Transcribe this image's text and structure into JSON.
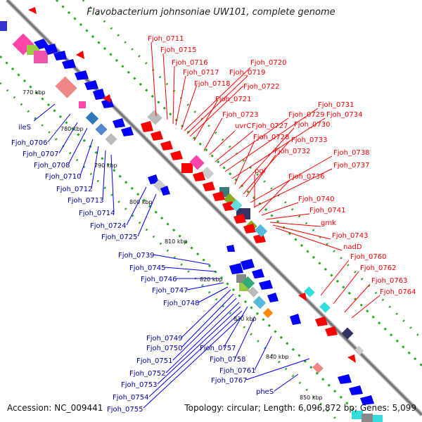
{
  "title": "Flavobacterium johnsoniae UW101, complete genome",
  "footer": {
    "accession": "Accession: NC_009441",
    "topology": "Topology: circular; Length: 6,096,872 bp; Genes: 5,099"
  },
  "scale_labels": [
    "770 kbp",
    "780 kbp",
    "790 kbp",
    "800 kbp",
    "810 kbp",
    "820 kbp",
    "830 kbp",
    "840 kbp",
    "850 kbp"
  ],
  "genes_top": [
    "Fjoh_0711",
    "Fjoh_0715",
    "Fjoh_0716",
    "Fjoh_0717",
    "Fjoh_0719",
    "Fjoh_0720",
    "Fjoh_0718",
    "Fjoh_0722",
    "Fjoh_0721",
    "Fjoh_0723",
    "uvrC",
    "Fjoh_0727",
    "Fjoh_0729",
    "Fjoh_0731",
    "Fjoh_0734",
    "Fjoh_0728",
    "Fjoh_0730",
    "Fjoh_0733",
    "Fjoh_0732",
    "Fjoh_0738",
    "Fjoh_0737",
    "pgi",
    "Fjoh_0736",
    "Fjoh_0740",
    "Fjoh_0741",
    "gmk",
    "Fjoh_0743",
    "nadD",
    "Fjoh_0760",
    "Fjoh_0762",
    "Fjoh_0763",
    "Fjoh_0764"
  ],
  "genes_bottom": [
    "ileS",
    "Fjoh_0706",
    "Fjoh_0707",
    "Fjoh_0708",
    "Fjoh_0710",
    "Fjoh_0712",
    "Fjoh_0713",
    "Fjoh_0714",
    "Fjoh_0724",
    "Fjoh_0725",
    "Fjoh_0739",
    "Fjoh_0745",
    "Fjoh_0746",
    "Fjoh_0747",
    "Fjoh_0748",
    "Fjoh_0749",
    "Fjoh_0750",
    "Fjoh_0751",
    "Fjoh_0752",
    "Fjoh_0753",
    "Fjoh_0754",
    "Fjoh_0755",
    "Fjoh_0757",
    "Fjoh_0758",
    "Fjoh_0761",
    "Fjoh_0767",
    "pheS"
  ],
  "colors": {
    "forward": "#ff0000",
    "reverse": "#0000ff",
    "backbone": "#888888",
    "gc_dots": "#22aa22"
  }
}
